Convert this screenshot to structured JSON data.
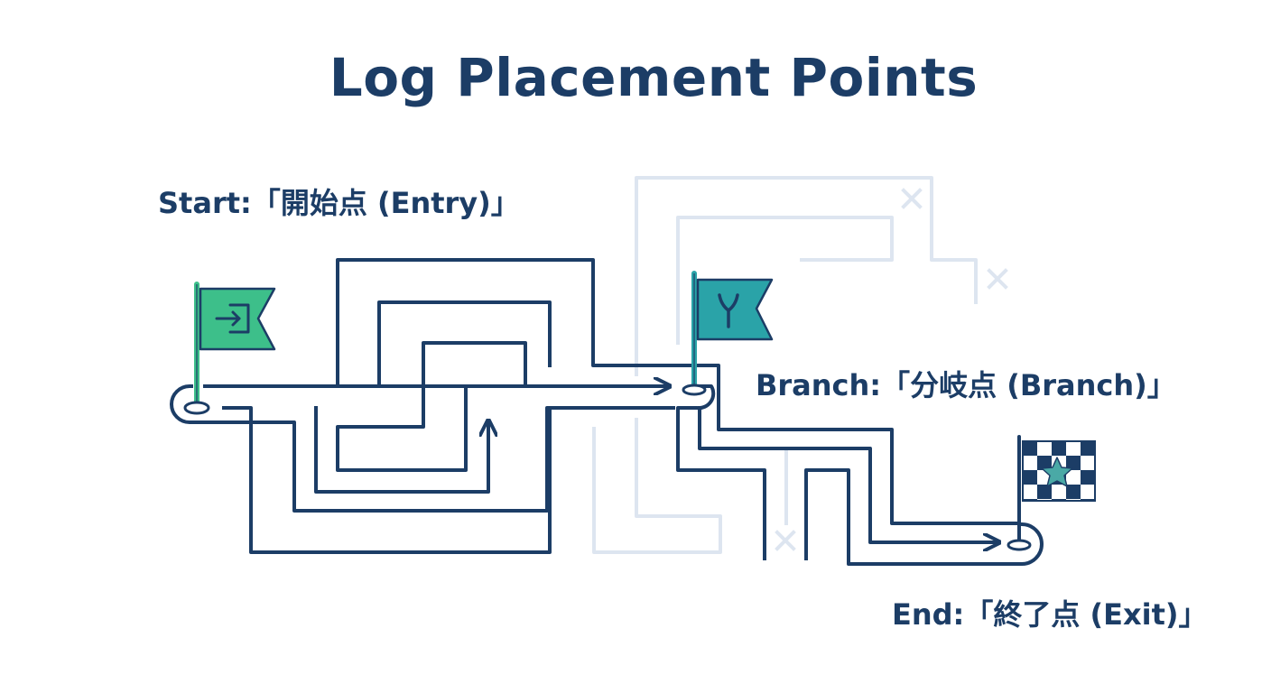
{
  "diagram": {
    "title": "Log Placement Points",
    "points": [
      {
        "id": "start",
        "label": "Start:「開始点 (Entry)」",
        "icon": "entry-icon",
        "color": "#3dbf8a"
      },
      {
        "id": "branch",
        "label": "Branch:「分岐点 (Branch)」",
        "icon": "branch-fork-icon",
        "color": "#2aa3a8"
      },
      {
        "id": "end",
        "label": "End:「終了点 (Exit)」",
        "icon": "checkered-flag-star-icon",
        "color": "#1c3d66"
      }
    ],
    "colors": {
      "path": "#1c3d66",
      "faded_path": "#dde5f0",
      "accent_start": "#3dbf8a",
      "accent_branch": "#2aa3a8"
    }
  }
}
